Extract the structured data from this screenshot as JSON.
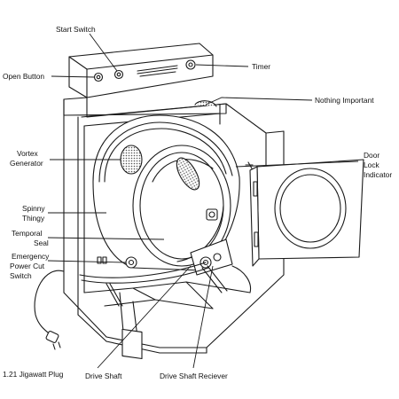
{
  "labels": {
    "start_switch": "Start Switch",
    "open_button": "Open Button",
    "timer": "Timer",
    "nothing_important": "Nothing Important",
    "vortex_generator": [
      "Vortex",
      "Generator"
    ],
    "door_lock_indicator": [
      "Door",
      "Lock",
      "Indicator"
    ],
    "spinny_thingy": [
      "Spinny",
      "Thingy"
    ],
    "temporal_seal": [
      "Temporal",
      "Seal"
    ],
    "emergency_power_cut_switch": [
      "Emergency",
      "Power Cut",
      "Switch"
    ],
    "jigawatt_plug": "1.21 Jigawatt Plug",
    "drive_shaft": "Drive Shaft",
    "drive_shaft_receiver": "Drive Shaft Reciever"
  },
  "colors": {
    "line": "#1a1a1a",
    "background": "#ffffff",
    "vent_fill": "#d8d8d8"
  }
}
